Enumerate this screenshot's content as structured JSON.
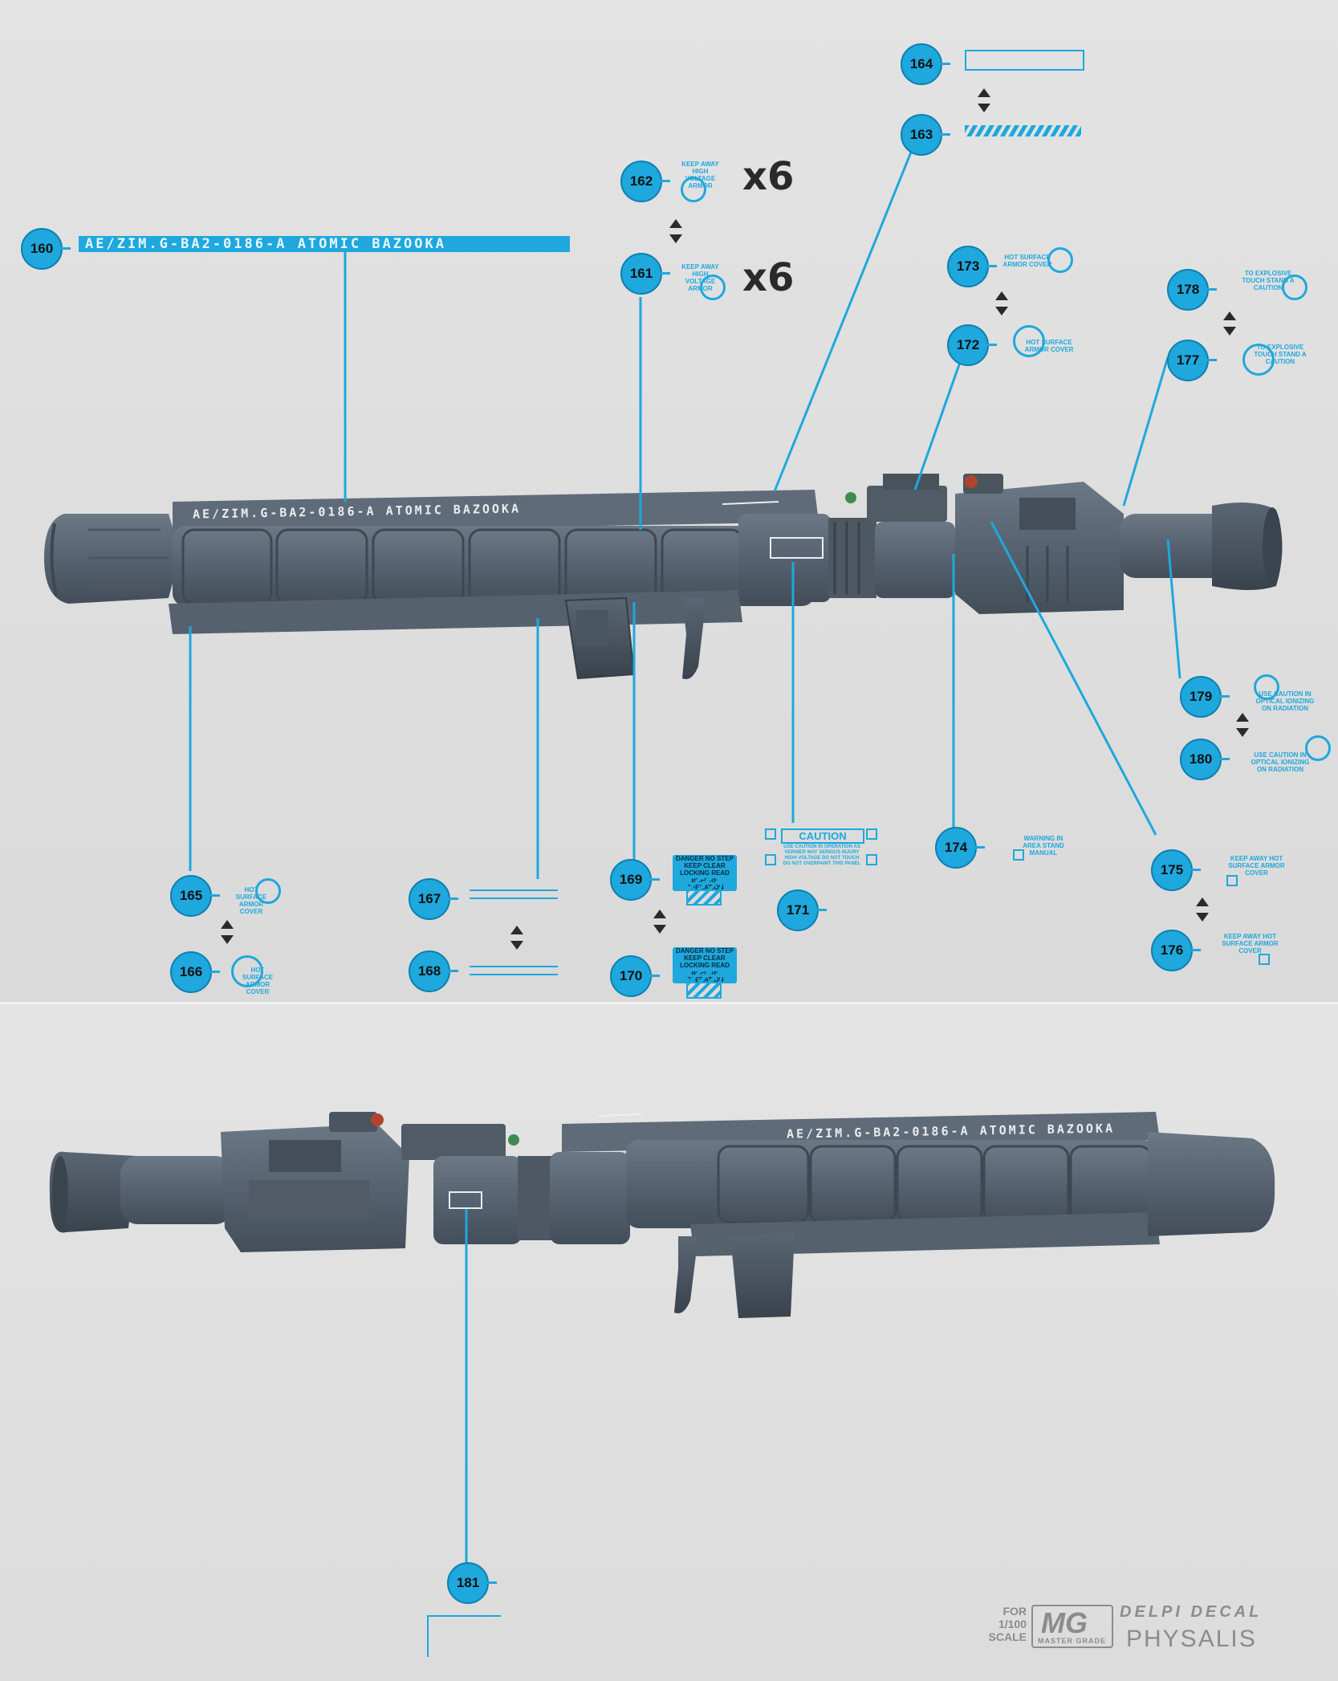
{
  "decals": {
    "d160": {
      "num": "160",
      "text": "AE/ZIM.G-BA2-0186-A ATOMIC BAZOOKA"
    },
    "d161": {
      "num": "161",
      "text": "KEEP AWAY HIGH VOLTAGE ARMOR",
      "qty": "x6"
    },
    "d162": {
      "num": "162",
      "text": "KEEP AWAY HIGH VOLTAGE ARMOR",
      "qty": "x6"
    },
    "d163": {
      "num": "163"
    },
    "d164": {
      "num": "164"
    },
    "d165": {
      "num": "165",
      "text": "HOT SURFACE ARMOR COVER"
    },
    "d166": {
      "num": "166",
      "text": "HOT SURFACE ARMOR COVER"
    },
    "d167": {
      "num": "167"
    },
    "d168": {
      "num": "168"
    },
    "d169": {
      "num": "169",
      "text": "DANGER NO STEP KEEP CLEAR LOCKING READ BEFORE OPERATION"
    },
    "d170": {
      "num": "170",
      "text": "DANGER NO STEP KEEP CLEAR LOCKING READ BEFORE OPERATION"
    },
    "d171": {
      "num": "171",
      "title": "CAUTION",
      "text": "USE CAUTION IN OPERATION AS VERNIER MAY SERIOUS INJURY HIGH VOLTAGE DO NOT TOUCH DO NOT OVERPAINT THIS PANEL"
    },
    "d172": {
      "num": "172",
      "text": "HOT SURFACE ARMOR COVER"
    },
    "d173": {
      "num": "173",
      "text": "HOT SURFACE ARMOR COVER"
    },
    "d174": {
      "num": "174",
      "text": "WARNING IN AREA STAND MANUAL"
    },
    "d175": {
      "num": "175",
      "text": "KEEP AWAY HOT SURFACE ARMOR COVER"
    },
    "d176": {
      "num": "176",
      "text": "KEEP AWAY HOT SURFACE ARMOR COVER"
    },
    "d177": {
      "num": "177",
      "text": "TO EXPLOSIVE TOUCH STAND A CAUTION"
    },
    "d178": {
      "num": "178",
      "text": "TO EXPLOSIVE TOUCH STAND A CAUTION"
    },
    "d179": {
      "num": "179",
      "text": "USE CAUTION IN OPTICAL IONIZING ON RADIATION"
    },
    "d180": {
      "num": "180",
      "text": "USE CAUTION IN OPTICAL IONIZING ON RADIATION"
    },
    "d181": {
      "num": "181"
    }
  },
  "bazooka_top_text": "AE/ZIM.G-BA2-0186-A ATOMIC BAZOOKA",
  "bazooka_bottom_text": "AE/ZIM.G-BA2-0186-A ATOMIC BAZOOKA",
  "brand": {
    "for_line1": "FOR",
    "for_line2": "1/100",
    "for_line3": "SCALE",
    "mg": "MG",
    "mg_sub": "MASTER GRADE",
    "company": "DELPI DECAL",
    "product": "PHYSALIS"
  },
  "colors": {
    "accent": "#1ea8dd",
    "gun": "#5b6876",
    "gun_dark": "#46525e",
    "background": "#dcdcdc"
  }
}
